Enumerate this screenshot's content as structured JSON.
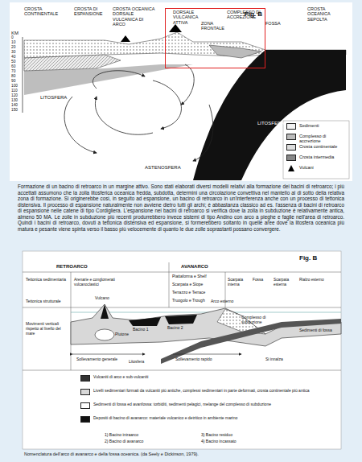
{
  "diagram": {
    "caption": "Nomenclatura dell'arco di avanarco e della fossa oceanica. (da Seely e Dickinson, 1979).",
    "nodes": [
      {
        "text": [
          "Fig. B"
        ]
      }
    ],
    "labels": [
      "CROSTA CONTINENTALE",
      "CROSTA DI ESPANSIONE",
      "CROSTA OCEANICA DORSALE VULCANICA DI ARCO",
      "DORSALE VULCANICA ATTIVA",
      "ZONA FRONTALE",
      "COMPLESSO DI ACCREZIONE",
      "FOSSA",
      "CROSTA OCEANICA SEPOLTA",
      "KM",
      "0",
      "10",
      "20",
      "30",
      "40",
      "50",
      "60",
      "70",
      "80",
      "90",
      "100",
      "110",
      "120",
      "130",
      "140",
      "150",
      "LITOSFERA",
      "LITOSFERA",
      "ASTENOSFERA",
      "Formazione di un bacino di retroarco in un margine attivo. Sono stati elaborati diversi modelli relativi alla formazione dei bacini di retroarco; i più accettati assumono che la zolla litosferica oceanica fredda, subdotta, determini una circolazione convettiva nel mantello al di sotto della relativa zona di formazione. Si originerebbe così, in seguito ad espansione, un bacino di retroarco in un'interferenza anche con un processo di tettonica distensiva. Il processo di espansione naturalmente non avviene dietro tutti gli archi; è abbastanza classico ad es. l'assenza di bacini di retroarco di espansione nelle catene di tipo Cordigliera. L'espansione nei bacini di retroarco si verifica dove la zolla in subduzione è relativamente antica, almeno 50 MA. Le zolle in subduzione più recenti produrrebbero invece sistemi di tipo Andino con arco a pieghe e faglie nell'area di retroarco. Quindi i bacini di retroarco, dovuti a tettonica distensiva ed espansione, si formerebbero soltanto in quelle aree dove la litosfera oceanica più matura e pesante viene spinta verso il basso più velocemente di quanto le due zolle soprastanti possano convergere.",
      "Fig. B",
      "RETROARCO",
      "AVANARCO",
      "Tettonica sedimentaria",
      "Tettonica strutturale",
      "Movimenti verticali rispetto al livello del mare",
      "Arenarie e conglomerati vulcanoclastici",
      "Piattaforma e Shelf",
      "Scarpata e Slope",
      "Terrazzo e Terrace",
      "Truogolo e Trough",
      "Scarpata interna",
      "Fossa",
      "Scarpata esterna",
      "Rialzo esterno",
      "Vulcano",
      "Plutone",
      "Bacino 1",
      "Bacino 2",
      "Arco esterno",
      "Complesso di subduzione",
      "Sedimenti di fossa",
      "Litosfera",
      "Sollevamento generale",
      "Sollevamento rapido",
      "Si innalza",
      "1) Bacino intraarco",
      "2) Bacino di avanarco",
      "3) Bacino residuo",
      "4) Bacino incassato"
    ],
    "legend": [
      {
        "text": "Sedimenti",
        "color": "#f2f2f2"
      },
      {
        "text": "Complesso di accrezione",
        "color": "#bbbbbb"
      },
      {
        "text": "Crosta continentale",
        "color": "#dddddd"
      },
      {
        "text": "Crosta intermedia",
        "color": "#888888"
      },
      {
        "text": "Vulcani"
      },
      {
        "text": "Vulcaniti di arco e sub-vulcaniti",
        "color": "#333333"
      },
      {
        "text": "Livelli sedimentari formati da vulcaniti più antiche, complessi sedimentari in parte deformati, crosta continentale più antica",
        "color": "#d8d8d8"
      },
      {
        "text": "Sedimenti di fossa ed avanfossa: torbiditi, sedimenti pelagici, melange del complesso di subduzione",
        "color": "#ffffff"
      },
      {
        "text": "Depositi di bacino di avanarco: materiale vulcanico e detritico in ambiente marino",
        "color": "#111111"
      }
    ]
  }
}
